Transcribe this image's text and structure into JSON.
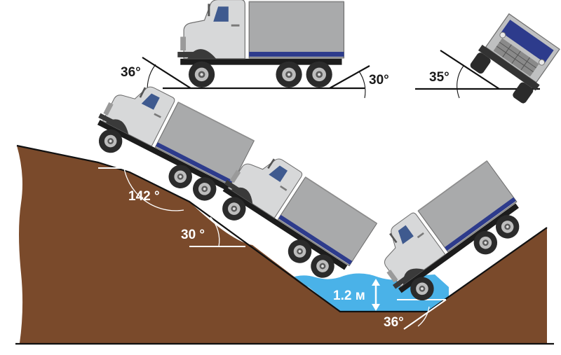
{
  "top_view": {
    "approach_angle": "36°",
    "departure_angle": "30°",
    "tilt_angle": "35°"
  },
  "terrain": {
    "ramp_breakover_angle": "142 °",
    "descent_angle": "30 °",
    "ford_depth": "1.2 м",
    "climb_angle": "36°"
  },
  "colors": {
    "soil": "#7a4a2b",
    "water": "#4ab2e8",
    "cargo_body": "#a9aaab",
    "cargo_stripe": "#2d3b8c",
    "cab": "#d7d8d9",
    "tire": "#2b2b2b"
  }
}
